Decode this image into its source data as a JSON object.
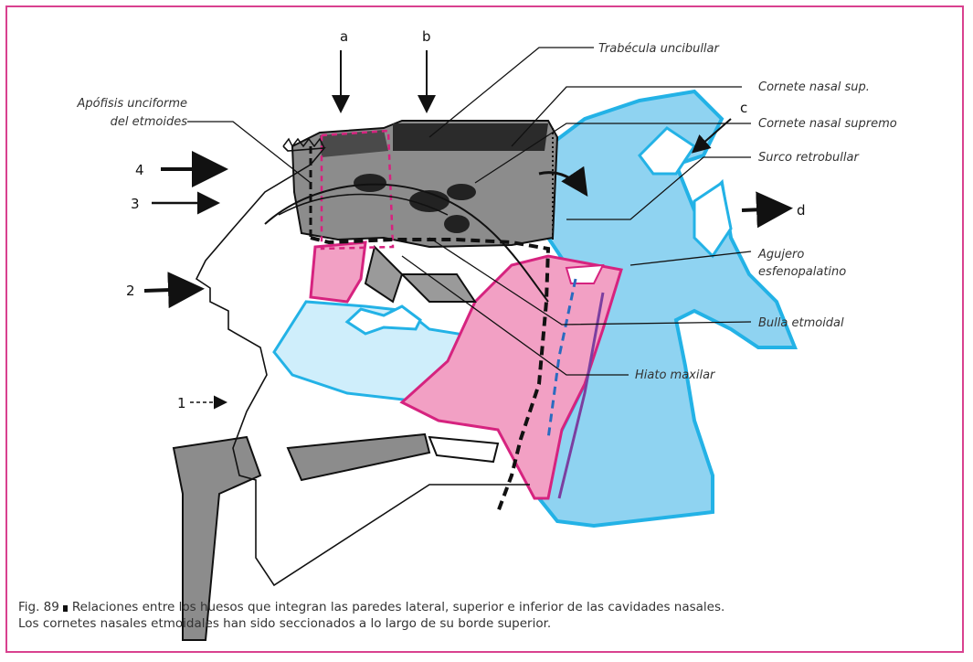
{
  "colors": {
    "frame": "#d9418f",
    "pink_fill": "#f2a0c4",
    "pink_line": "#d6237f",
    "blue_fill": "#8fd3f1",
    "blue_line": "#23b2e6",
    "gray_fill": "#8c8c8c",
    "dark_line": "#111111",
    "purple_line": "#7b3fa0"
  },
  "figure": {
    "letters": {
      "a": "a",
      "b": "b",
      "c": "c",
      "d": "d"
    },
    "numbers": {
      "n1": "1",
      "n2": "2",
      "n3": "3",
      "n4": "4"
    },
    "labels": {
      "trabecula": "Trabécula uncibullar",
      "cornete_sup": "Cornete nasal sup.",
      "cornete_supremo": "Cornete nasal supremo",
      "surco": "Surco retrobullar",
      "agujero_1": "Agujero",
      "agujero_2": "esfenopalatino",
      "bulla": "Bulla etmoidal",
      "hiato": "Hiato maxilar",
      "apofisis_1": "Apófisis unciforme",
      "apofisis_2": "del etmoides"
    }
  },
  "caption": {
    "prefix": "Fig. 89",
    "line1": "Relaciones entre los huesos que integran las paredes lateral, superior e inferior de las cavidades nasales.",
    "line2": "Los cornetes nasales etmoidales han sido seccionados a lo largo de su borde superior."
  }
}
